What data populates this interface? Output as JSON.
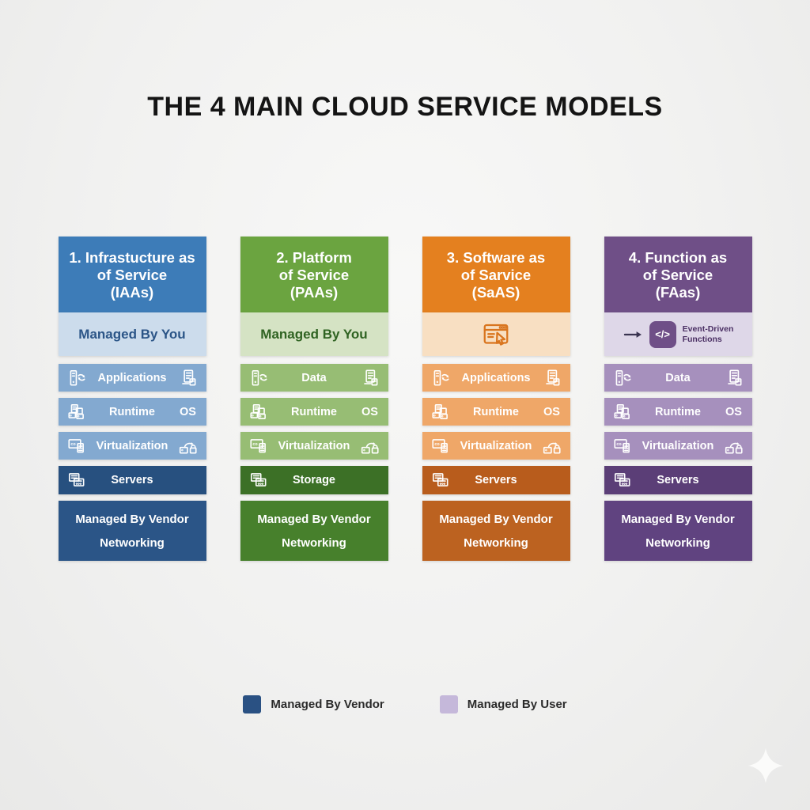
{
  "title": "THE 4 MAIN CLOUD SERVICE MODELS",
  "columns": [
    {
      "name": "IaaS",
      "header_line1": "1. Infrastucture as",
      "header_line2": "of Service",
      "header_line3": "(IAAs)",
      "subheader_label": "Managed By You",
      "rows": [
        {
          "label": "Applications"
        },
        {
          "label": "Runtime",
          "os_label": "OS"
        },
        {
          "label": "Virtualization"
        },
        {
          "label": "Servers"
        }
      ],
      "footer_line1": "Managed By Vendor",
      "footer_line2": "Networking",
      "colors": {
        "header": "#3d7cb8",
        "subheader_bg": "#ccdcec",
        "subheader_text": "#2b5587",
        "row": "#83a9d0",
        "dark_row": "#27507f",
        "footer": "#2b5587"
      }
    },
    {
      "name": "PaaS",
      "header_line1": "2. Platform",
      "header_line2": "of Service",
      "header_line3": "(PAAs)",
      "subheader_label": "Managed By You",
      "rows": [
        {
          "label": "Data"
        },
        {
          "label": "Runtime",
          "os_label": "OS"
        },
        {
          "label": "Virtualization"
        },
        {
          "label": "Storage"
        }
      ],
      "footer_line1": "Managed By Vendor",
      "footer_line2": "Networking",
      "colors": {
        "header": "#6ba440",
        "subheader_bg": "#d5e3c4",
        "subheader_text": "#2f6322",
        "row": "#97bd74",
        "dark_row": "#3c7026",
        "footer": "#47802c"
      }
    },
    {
      "name": "SaaS",
      "header_line1": "3. Software as",
      "header_line2": "of Sarvice",
      "header_line3": "(SaAS)",
      "subheader_icon": "browser-cursor-icon",
      "rows": [
        {
          "label": "Applications"
        },
        {
          "label": "Runtime",
          "os_label": "OS"
        },
        {
          "label": "Virtualization"
        },
        {
          "label": "Servers"
        }
      ],
      "footer_line1": "Managed By Vendor",
      "footer_line2": "Networking",
      "colors": {
        "header": "#e4801f",
        "subheader_bg": "#f8dfc2",
        "subheader_text": "#d9751e",
        "row": "#efa768",
        "dark_row": "#b85c1c",
        "footer": "#bc6220"
      }
    },
    {
      "name": "FaaS",
      "header_line1": "4. Function as",
      "header_line2": "of Service",
      "header_line3": "(FAas)",
      "subheader_icon": "arrow-code-badge",
      "code_glyph": "</>",
      "event_line1": "Event-Driven",
      "event_line2": "Functions",
      "rows": [
        {
          "label": "Data"
        },
        {
          "label": "Runtime",
          "os_label": "OS"
        },
        {
          "label": "Virtualization"
        },
        {
          "label": "Servers"
        }
      ],
      "footer_line1": "Managed By Vendor",
      "footer_line2": "Networking",
      "colors": {
        "header": "#6f4f87",
        "subheader_bg": "#ded7e8",
        "subheader_text": "#4a2f63",
        "row": "#a690bd",
        "dark_row": "#5b3e77",
        "footer": "#604380"
      }
    }
  ],
  "row_icons": {
    "row1_left": "server-sync-icon",
    "row1_right": "server-stack-page-icon",
    "row2_left": "runtime-stack-icon",
    "row3_left": "vm-monitor-icon",
    "row3_right": "migrate-lock-icon",
    "row4_left": "servers-icon"
  },
  "legend": {
    "items": [
      {
        "label": "Managed By Vendor",
        "color": "#2a5183"
      },
      {
        "label": "Managed By User",
        "color": "#c5b8da"
      }
    ]
  },
  "watermark_icon": "sparkle-icon"
}
